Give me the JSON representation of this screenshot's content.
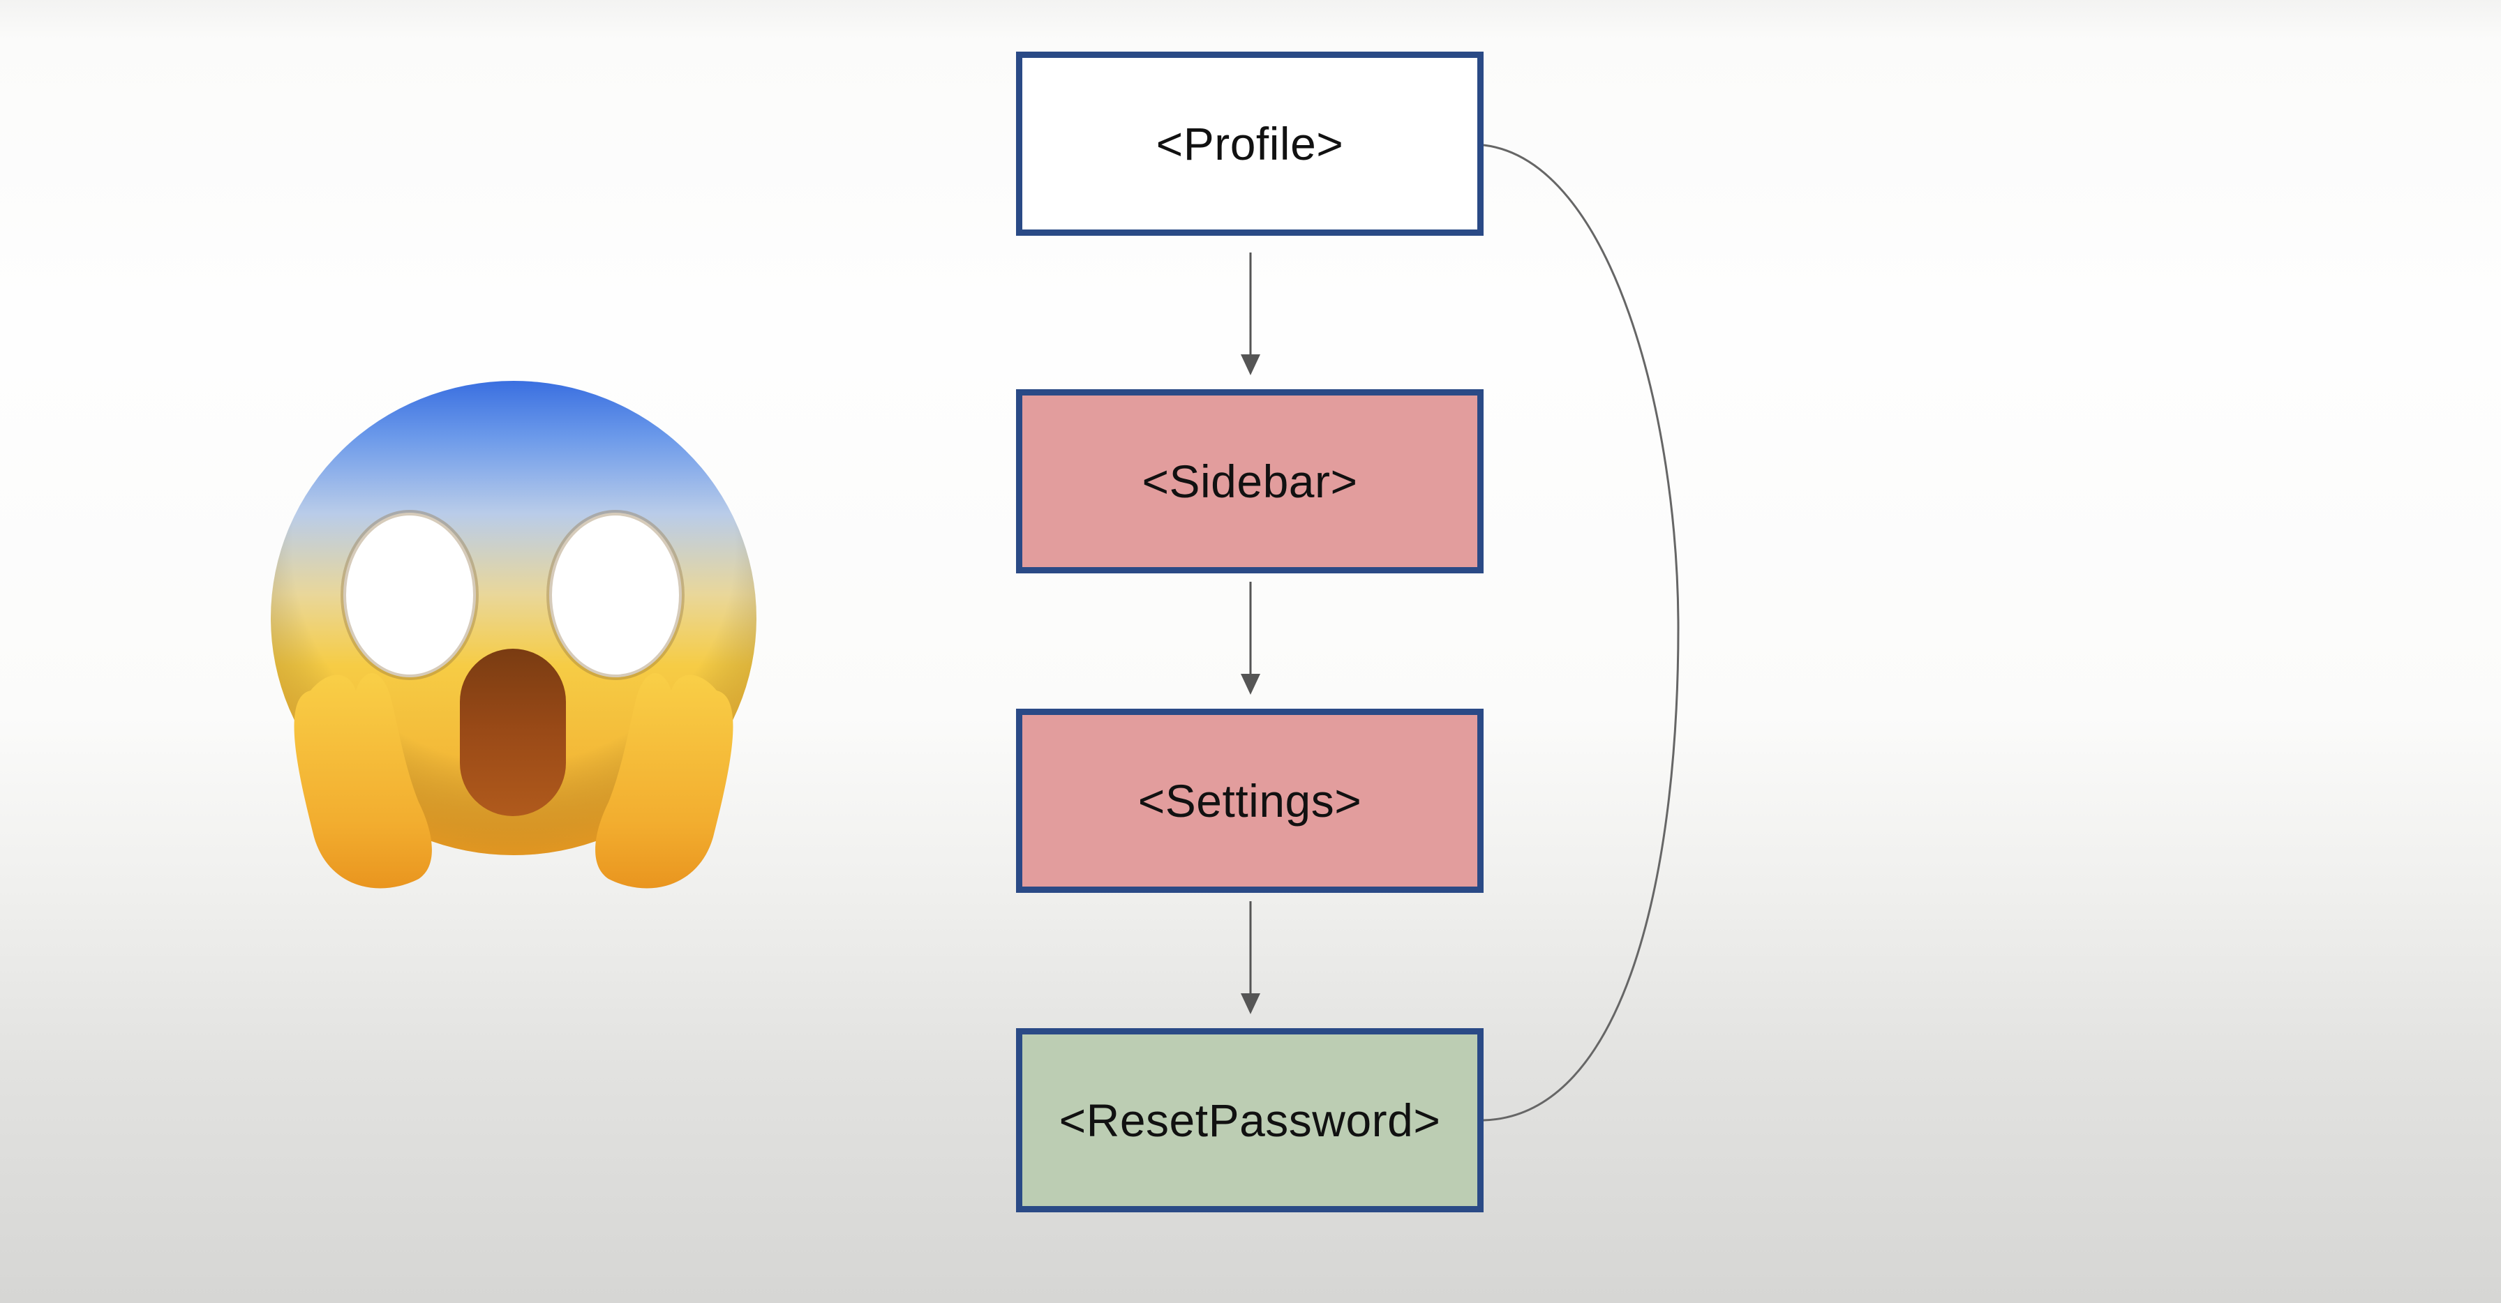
{
  "diagram": {
    "nodes": [
      {
        "id": "profile",
        "label": "<Profile>",
        "fill": "#ffffff"
      },
      {
        "id": "sidebar",
        "label": "<Sidebar>",
        "fill": "#e29d9d"
      },
      {
        "id": "settings",
        "label": "<Settings>",
        "fill": "#e29d9d"
      },
      {
        "id": "reset",
        "label": "<ResetPassword>",
        "fill": "#bccdb3"
      }
    ],
    "edges": [
      {
        "from": "profile",
        "to": "sidebar",
        "style": "arrow"
      },
      {
        "from": "sidebar",
        "to": "settings",
        "style": "arrow"
      },
      {
        "from": "settings",
        "to": "reset",
        "style": "arrow"
      },
      {
        "from": "profile",
        "to": "reset",
        "style": "curve"
      }
    ],
    "border_color": "#2a4a86",
    "line_color": "#555555"
  },
  "decoration": {
    "icon": "face-screaming-in-fear-icon"
  }
}
